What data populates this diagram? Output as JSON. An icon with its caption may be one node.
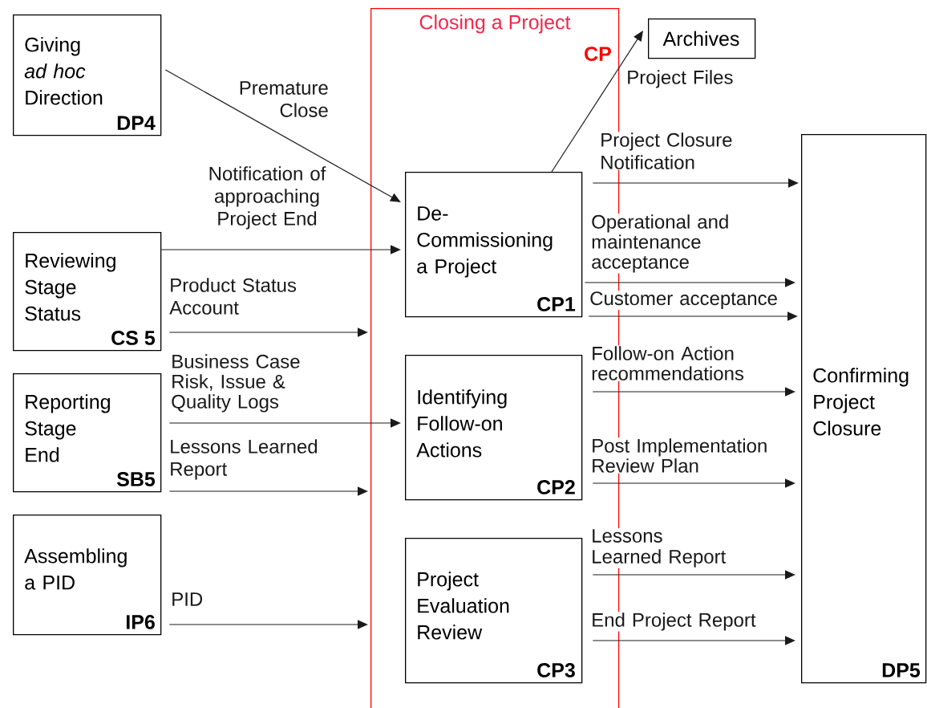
{
  "diagram": {
    "nodes": [
      {
        "text": [
          "Giving *ad hoc* Direction",
          "DP4"
        ]
      },
      {
        "text": [
          "Reviewing Stage Status",
          "CS 5"
        ]
      },
      {
        "text": [
          "Reporting Stage End",
          "SB5"
        ]
      },
      {
        "text": [
          "Assembling a PID",
          "IP6"
        ]
      },
      {
        "text": [
          "Closing a Project",
          "CP"
        ]
      },
      {
        "text": [
          "De-Commissioning a Project",
          "CP1"
        ],
        "in": 4
      },
      {
        "text": [
          "Identifying Follow-on Actions",
          "CP2"
        ],
        "in": 4
      },
      {
        "text": [
          "Project Evaluation Review",
          "CP3"
        ],
        "in": 4
      },
      {
        "text": [
          "Archives"
        ]
      },
      {
        "text": [
          "Confirming Project Closure",
          "DP5"
        ]
      }
    ],
    "edges": [
      {
        "from": 0,
        "to": 5,
        "arrow": "to",
        "label": "Premature Close"
      },
      {
        "from": 1,
        "to": 5,
        "arrow": "to",
        "label": "Notification of approaching Project End"
      },
      {
        "from": 1,
        "to": 4,
        "arrow": "to",
        "label": "Product Status Account"
      },
      {
        "from": 2,
        "to": 6,
        "arrow": "to",
        "label": "Business Case Risk, Issue & Quality Logs"
      },
      {
        "from": 2,
        "to": 4,
        "arrow": "to",
        "label": "Lessons Learned Report"
      },
      {
        "from": 3,
        "to": 4,
        "arrow": "to",
        "label": "PID"
      },
      {
        "from": 5,
        "to": 8,
        "arrow": "to",
        "label": "Project Files"
      },
      {
        "from": 5,
        "to": 9,
        "arrow": "to",
        "label": "Project Closure Notification"
      },
      {
        "from": 5,
        "to": 9,
        "arrow": "to",
        "label": "Operational and maintenance acceptance"
      },
      {
        "from": 5,
        "to": 9,
        "arrow": "to",
        "label": "Customer acceptance"
      },
      {
        "from": 6,
        "to": 9,
        "arrow": "to",
        "label": "Follow-on Action recommendations"
      },
      {
        "from": 6,
        "to": 9,
        "arrow": "to",
        "label": "Post Implementation Review Plan"
      },
      {
        "from": 7,
        "to": 9,
        "arrow": "to",
        "label": "Lessons Learned Report"
      },
      {
        "from": 7,
        "to": 9,
        "arrow": "to",
        "label": "End Project Report"
      }
    ]
  }
}
